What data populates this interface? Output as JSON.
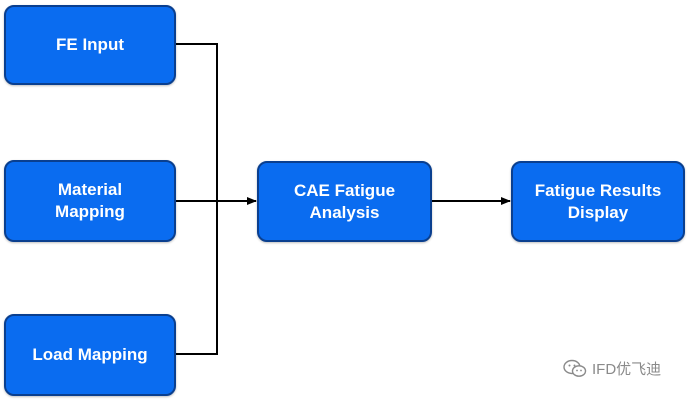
{
  "diagram": {
    "nodes": {
      "fe_input": "FE Input",
      "material_mapping": "Material\nMapping",
      "load_mapping": "Load Mapping",
      "cae_fatigue": "CAE Fatigue\nAnalysis",
      "results_display": "Fatigue Results\nDisplay"
    },
    "colors": {
      "node_fill": "#0a6cf0",
      "node_border": "#0a3f8f",
      "node_text": "#ffffff",
      "connector": "#000000"
    }
  },
  "watermark": {
    "text": "IFD优飞迪",
    "icon": "wechat-icon"
  }
}
